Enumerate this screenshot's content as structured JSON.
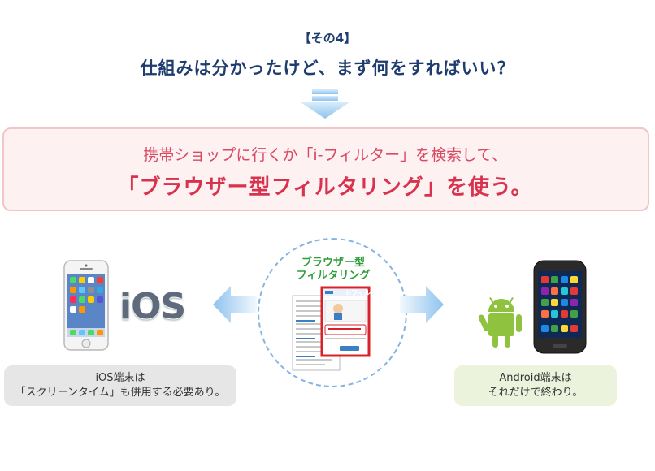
{
  "header": {
    "step_label": "【その4】",
    "question": "仕組みは分かったけど、まず何をすればいい？"
  },
  "answer": {
    "line1": "携帯ショップに行くか「i-フィルター」を検索して、",
    "line2": "「ブラウザー型フィルタリング」を使う。"
  },
  "center": {
    "title_line1": "ブラウザー型",
    "title_line2": "フィルタリング",
    "screenshot_app_name": "i-フィルター"
  },
  "ios": {
    "logo_text": "iOS",
    "caption_line1": "iOS端末は",
    "caption_line2": "「スクリーンタイム」も併用する必要あり。"
  },
  "android": {
    "caption_line1": "Android端末は",
    "caption_line2": "それだけで終わり。"
  },
  "colors": {
    "heading": "#1e3c6e",
    "answer_pink": "#d9324e",
    "filter_green": "#2e9e3b",
    "arrow_blue": "#8fc3ee",
    "ios_caption_bg": "#e6e6e6",
    "android_caption_bg": "#ecf3dc"
  },
  "icons": [
    "down-arrow-icon",
    "left-arrow-icon",
    "right-arrow-icon",
    "iphone-icon",
    "android-robot-icon",
    "android-phone-icon"
  ]
}
